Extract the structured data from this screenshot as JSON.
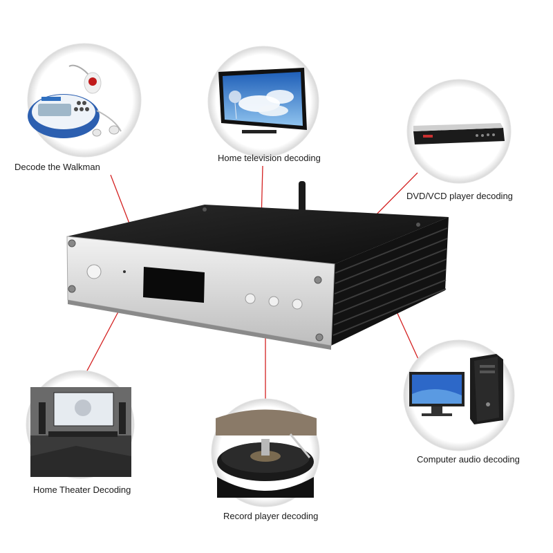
{
  "labels": {
    "walkman": "Decode the Walkman",
    "tv": "Home television decoding",
    "dvd": "DVD/VCD player decoding",
    "home_theater": "Home Theater Decoding",
    "record_player": "Record player decoding",
    "computer": "Computer audio decoding"
  },
  "colors": {
    "connector_line": "#d42020",
    "device_silver": "#d9d9d9",
    "device_black": "#151515"
  },
  "icons": {
    "walkman": "cd-walkman-icon",
    "tv": "television-icon",
    "dvd": "dvd-player-icon",
    "home_theater": "home-theater-icon",
    "record_player": "turntable-icon",
    "computer": "desktop-computer-icon"
  }
}
